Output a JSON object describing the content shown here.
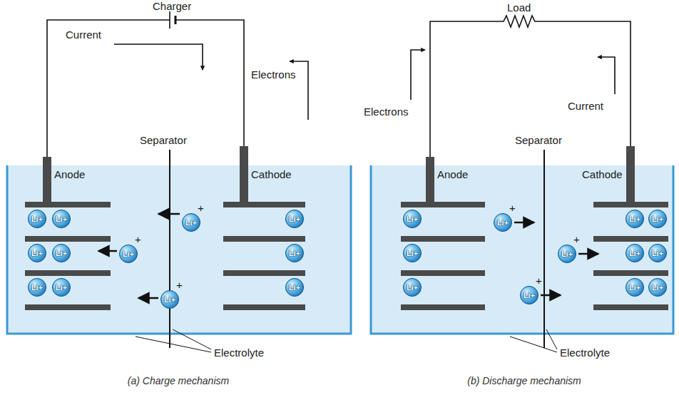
{
  "diagram": {
    "nodes": [
      {
        "text": [
          "Li+"
        ]
      },
      {
        "text": [
          "Li+"
        ]
      },
      {
        "text": [
          "Li+"
        ]
      },
      {
        "text": [
          "Li+"
        ]
      },
      {
        "text": [
          "Li+"
        ]
      },
      {
        "text": [
          "Li+"
        ]
      },
      {
        "text": [
          "Li+",
          "+"
        ]
      },
      {
        "text": [
          "Li+",
          "+"
        ]
      },
      {
        "text": [
          "Li+",
          "+"
        ]
      },
      {
        "text": [
          "Li+"
        ]
      },
      {
        "text": [
          "Li+"
        ]
      },
      {
        "text": [
          "Li+"
        ]
      },
      {
        "text": [
          "Li+"
        ]
      },
      {
        "text": [
          "Li+"
        ]
      },
      {
        "text": [
          "Li+"
        ]
      },
      {
        "text": [
          "Li+",
          "+"
        ]
      },
      {
        "text": [
          "Li+",
          "+"
        ]
      },
      {
        "text": [
          "Li+",
          "+"
        ]
      },
      {
        "text": [
          "Li+"
        ]
      },
      {
        "text": [
          "Li+"
        ]
      },
      {
        "text": [
          "Li+"
        ]
      },
      {
        "text": [
          "Li+"
        ]
      },
      {
        "text": [
          "Li+"
        ]
      },
      {
        "text": [
          "Li+"
        ]
      }
    ],
    "labels": [
      "Charger",
      "Current",
      "Electrons",
      "Anode",
      "Separator",
      "Cathode",
      "Electrolyte",
      "(a) Charge mechanism",
      "Load",
      "Electrons",
      "Current",
      "Anode",
      "Separator",
      "Cathode",
      "Electrolyte",
      "(b) Discharge mechanism"
    ]
  }
}
